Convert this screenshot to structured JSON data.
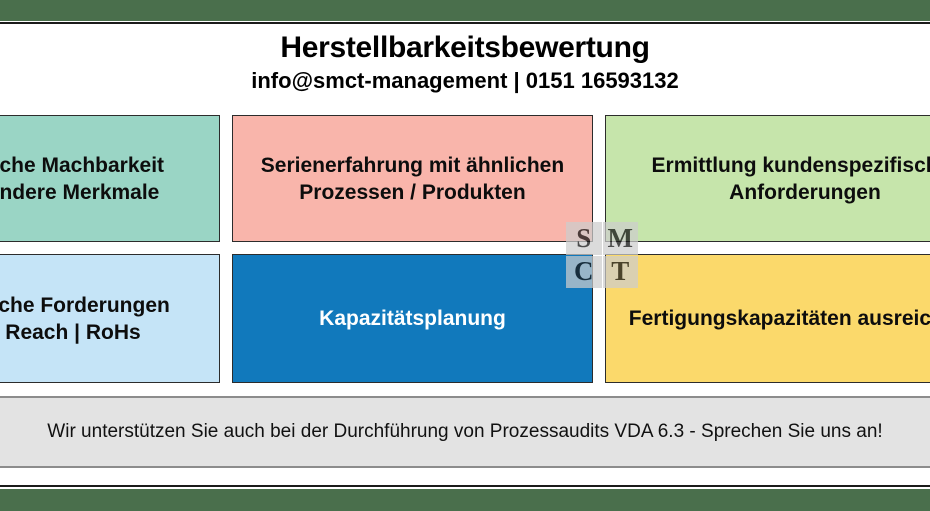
{
  "header": {
    "title": "Herstellbarkeitsbewertung",
    "contact": "info@smct-management | 0151 16593132"
  },
  "cards": [
    {
      "name": "technische-machbarkeit",
      "label": "Technische Machbarkeit\nBesondere Merkmale",
      "line1": "ische Machbarkeit",
      "line2": "ondere Merkmale",
      "bg": "#9ad5c5",
      "text_color": "#0d0d0d",
      "row": 1,
      "column": 1,
      "clipped": "left"
    },
    {
      "name": "serienerfahrung",
      "label": "Serienerfahrung mit ähnlichen Prozessen / Produkten",
      "line1": "Serienerfahrung mit ähnlichen",
      "line2": "Prozessen / Produkten",
      "bg": "#f9b5ab",
      "text_color": "#0d0d0d",
      "row": 1,
      "column": 2,
      "clipped": "none"
    },
    {
      "name": "kundenspezifische-anforderungen",
      "label": "Ermittlung kundenspezifischer Anforderungen",
      "line1": "Ermittlung kundenspezifischer",
      "line2": "Anforderungen",
      "bg": "#c6e5ab",
      "text_color": "#0d0d0d",
      "row": 1,
      "column": 3,
      "clipped": "right"
    },
    {
      "name": "gesetzliche-forderungen",
      "label": "Gesetzliche Forderungen Reach | RoHs",
      "line1": "zliche Forderungen",
      "line2": "Reach | RoHs",
      "bg": "#c5e4f7",
      "text_color": "#0d0d0d",
      "row": 2,
      "column": 1,
      "clipped": "left"
    },
    {
      "name": "kapazitaetsplanung",
      "label": "Kapazitätsplanung",
      "line1": "Kapazitätsplanung",
      "line2": "",
      "bg": "#1179bc",
      "text_color": "#ffffff",
      "row": 2,
      "column": 2,
      "clipped": "none"
    },
    {
      "name": "fertigungskapazitaeten",
      "label": "Fertigungskapazitäten ausreichend",
      "line1": "Fertigungskapazitäten ausreichend",
      "line2": "",
      "bg": "#fbd96b",
      "text_color": "#0d0d0d",
      "row": 2,
      "column": 3,
      "clipped": "right"
    }
  ],
  "watermark": {
    "cells": [
      "S",
      "M",
      "C",
      "T"
    ]
  },
  "note": {
    "text": "Wir unterstützen Sie auch bei der Durchführung von Prozessaudits VDA 6.3 - Sprechen Sie uns an!"
  },
  "colors": {
    "band": "#4a6f4c",
    "rule": "#1b1b1b",
    "note_bar_bg": "#e3e3e3",
    "note_bar_border": "#8c8c8c",
    "card_border": "#2c2c2c",
    "page_bg": "#ffffff"
  }
}
